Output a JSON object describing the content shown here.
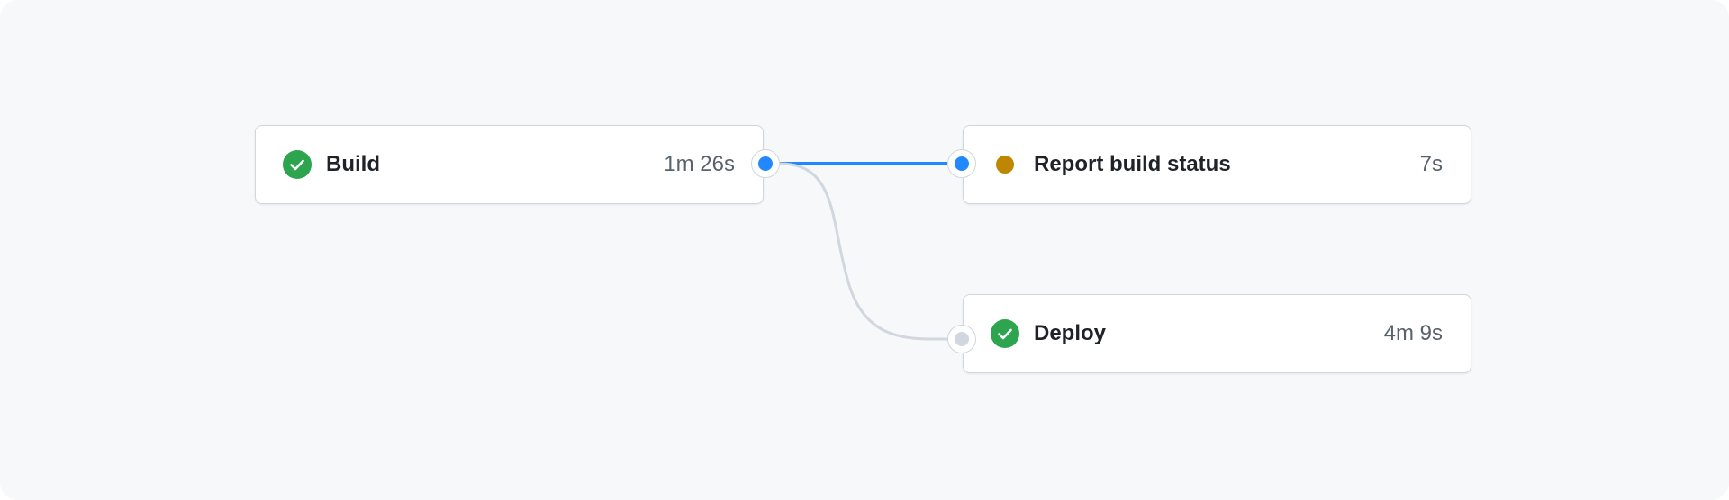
{
  "colors": {
    "success": "#2da44e",
    "in_progress": "#bf8700",
    "active_edge": "#2188ff",
    "inactive_edge": "#d0d7de"
  },
  "jobs": [
    {
      "name": "Build",
      "duration": "1m 26s",
      "status": "success",
      "status_icon": "check-circle-icon"
    },
    {
      "name": "Report build status",
      "duration": "7s",
      "status": "in-progress",
      "status_icon": "dot-fill-icon"
    },
    {
      "name": "Deploy",
      "duration": "4m 9s",
      "status": "success",
      "status_icon": "check-circle-icon"
    }
  ],
  "edges": [
    {
      "from": "Build",
      "to": "Report build status",
      "state": "active"
    },
    {
      "from": "Build",
      "to": "Deploy",
      "state": "inactive"
    }
  ]
}
